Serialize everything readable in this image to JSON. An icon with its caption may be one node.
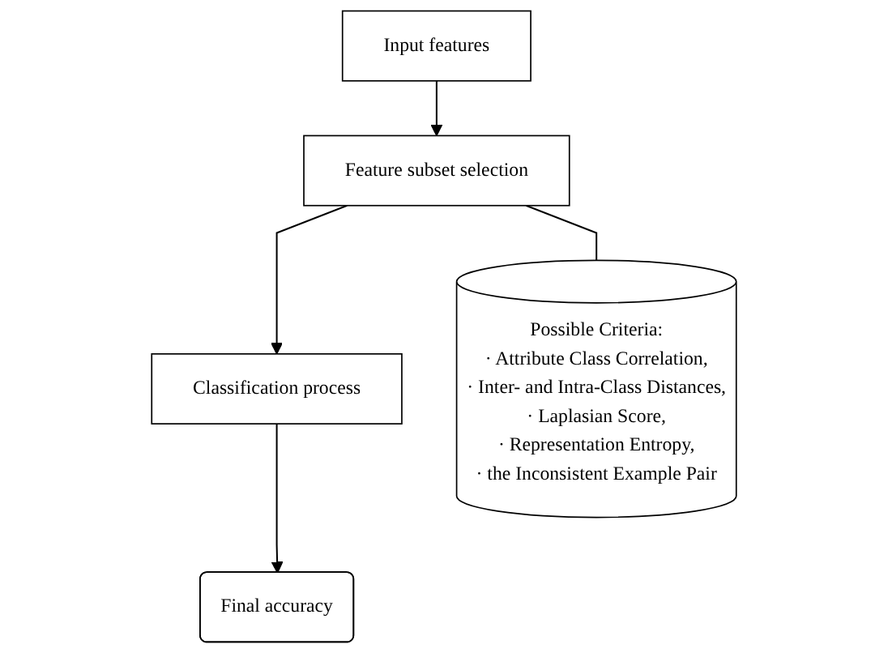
{
  "diagram": {
    "nodes": [
      {
        "text": [
          "Input features"
        ]
      },
      {
        "text": [
          "Feature subset selection"
        ]
      },
      {
        "text": [
          "Classification process"
        ]
      },
      {
        "text": [
          "Final accuracy"
        ]
      },
      {
        "text": [
          "Possible Criteria:",
          "· Attribute Class Correlation,",
          "· Inter- and Intra-Class Distances,",
          "· Laplasian Score,",
          "· Representation Entropy,",
          "· the Inconsistent Example Pair"
        ]
      }
    ],
    "edges": [
      {
        "from": 0,
        "to": 1,
        "arrow": "to"
      },
      {
        "from": 1,
        "to": 2,
        "arrow": "to"
      },
      {
        "from": 2,
        "to": 3,
        "arrow": "to"
      },
      {
        "from": 1,
        "to": 4,
        "arrow": "none"
      }
    ]
  }
}
